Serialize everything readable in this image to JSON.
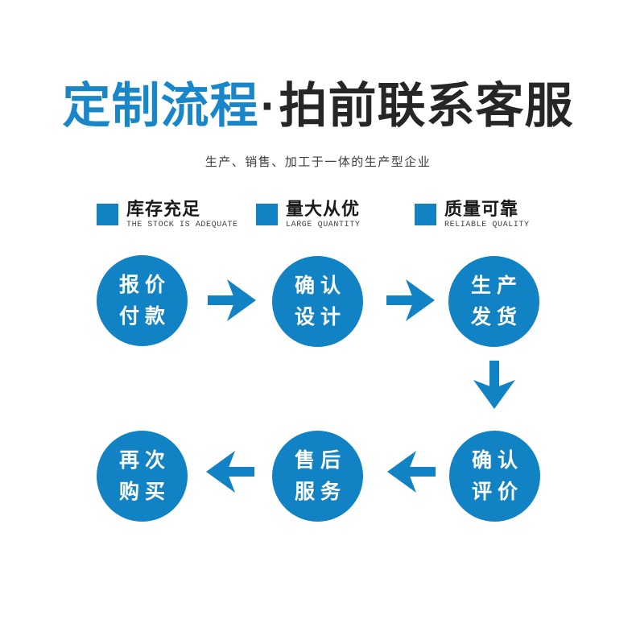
{
  "title": {
    "highlight": "定制流程",
    "separator": "·",
    "rest": "拍前联系客服"
  },
  "subtitle": "生产、销售、加工于一体的生产型企业",
  "features": [
    {
      "zh": "库存充足",
      "en": "THE STOCK IS ADEQUATE"
    },
    {
      "zh": "量大从优",
      "en": "LARGE QUANTITY"
    },
    {
      "zh": "质量可靠",
      "en": "RELIABLE QUALITY"
    }
  ],
  "steps": [
    {
      "line1": "报价",
      "line2": "付款"
    },
    {
      "line1": "确认",
      "line2": "设计"
    },
    {
      "line1": "生产",
      "line2": "发货"
    },
    {
      "line1": "确认",
      "line2": "评价"
    },
    {
      "line1": "售后",
      "line2": "服务"
    },
    {
      "line1": "再次",
      "line2": "购买"
    }
  ],
  "colors": {
    "accent_blue": "#1182c4",
    "title_blue": "#1886c8",
    "text_dark": "#262626",
    "text_gray": "#3d3d3d",
    "circle_text": "#ffffff",
    "background": "#ffffff"
  }
}
